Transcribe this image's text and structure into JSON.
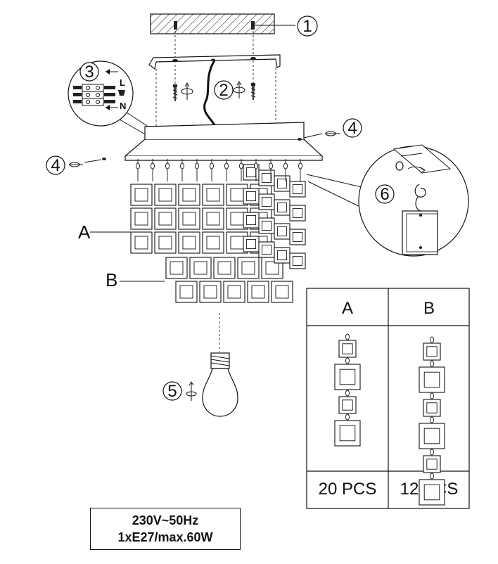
{
  "callouts": [
    "1",
    "2",
    "3",
    "4",
    "4",
    "5",
    "6"
  ],
  "wiring": {
    "live": "L",
    "neutral": "N"
  },
  "parts": {
    "a": "A",
    "b": "B"
  },
  "table": {
    "headers": [
      "A",
      "B"
    ],
    "counts": [
      "20 PCS",
      "12 PCS"
    ]
  },
  "specs": {
    "line1": "230V~50Hz",
    "line2": "1xE27/max.60W"
  }
}
